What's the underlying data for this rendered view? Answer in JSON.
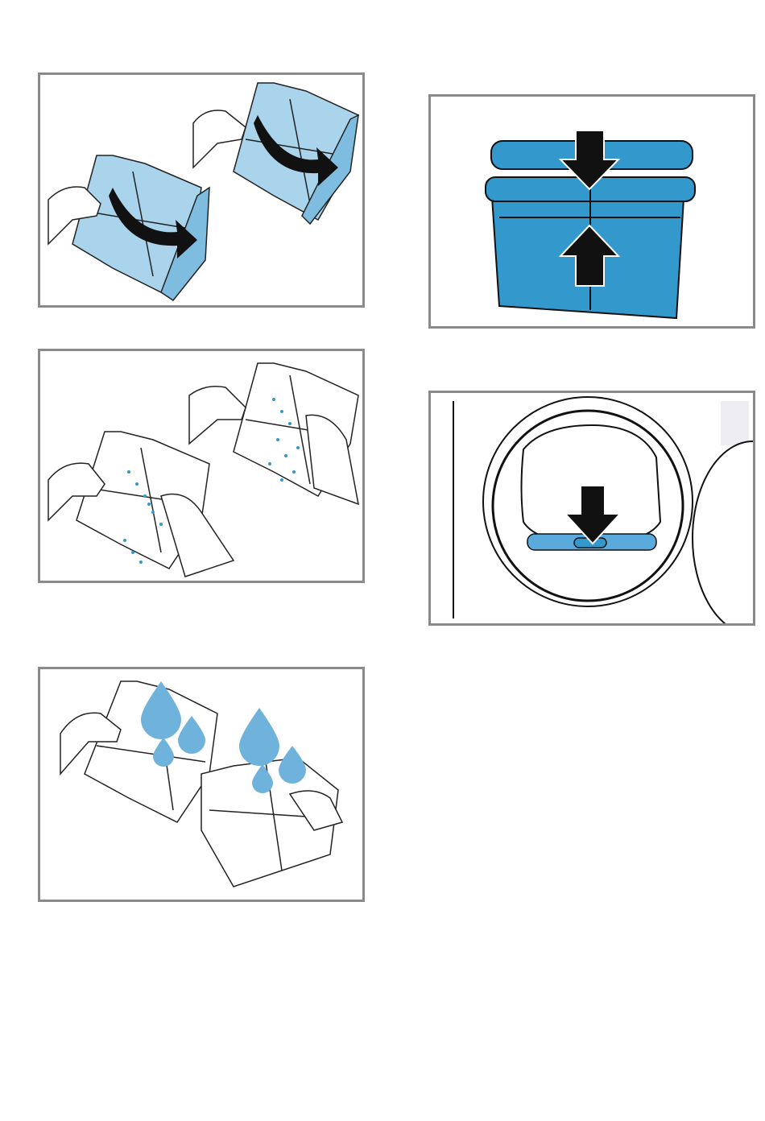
{
  "colors": {
    "frame_border": "#8a8a8a",
    "filter_light_blue": "#a9d4ec",
    "filter_blue": "#3399cc",
    "water_drop": "#6fb3dc",
    "arrow": "#000000"
  },
  "figures": [
    {
      "id": "open-filter",
      "icons": [
        "hand-icon",
        "filter-icon",
        "curved-arrow-icon"
      ]
    },
    {
      "id": "remove-lint",
      "icons": [
        "hand-icon",
        "filter-icon",
        "lint-icon"
      ]
    },
    {
      "id": "rinse-filter",
      "icons": [
        "hand-icon",
        "filter-icon",
        "water-drop-icon"
      ]
    },
    {
      "id": "close-filter",
      "icons": [
        "filter-icon",
        "arrow-down-icon",
        "arrow-up-icon"
      ]
    },
    {
      "id": "insert-filter",
      "icons": [
        "door-icon",
        "filter-icon",
        "arrow-down-icon"
      ]
    }
  ]
}
